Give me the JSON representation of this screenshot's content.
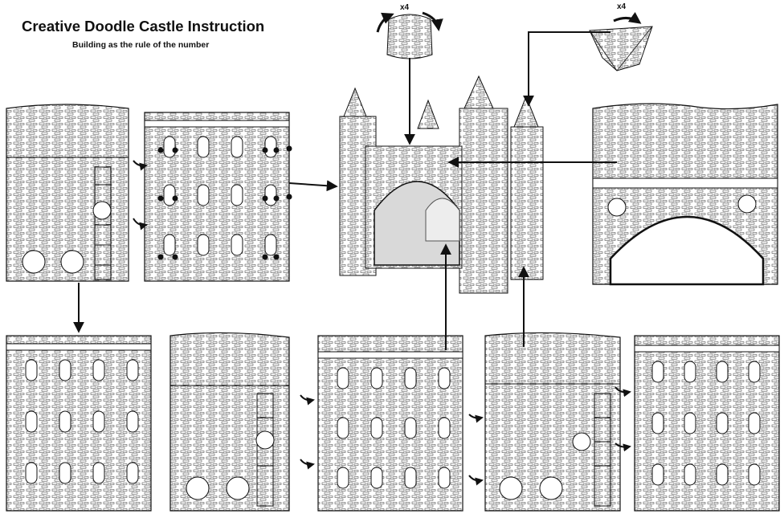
{
  "header": {
    "title": "Creative Doodle Castle Instruction",
    "subtitle": "Building as the rule of the number"
  },
  "components": {
    "tower_roof_multiplier": "x4",
    "corner_cap_multiplier": "x4"
  },
  "colors": {
    "ink": "#1a1a1a",
    "paper": "#ffffff",
    "shade": "#d9d9d9"
  }
}
